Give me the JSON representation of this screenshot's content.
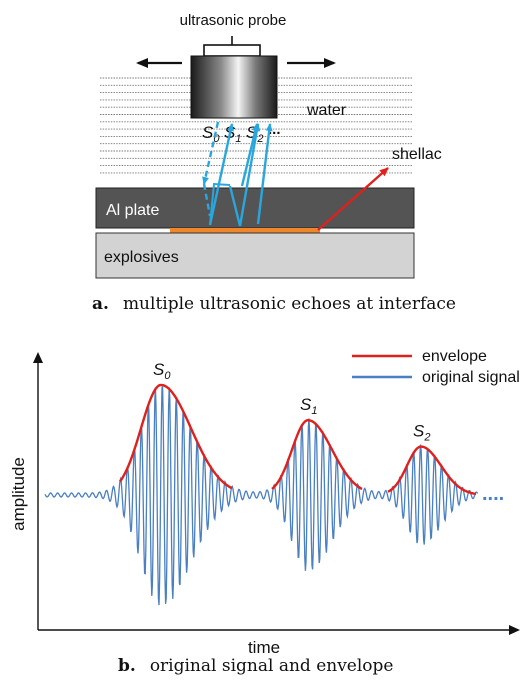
{
  "panel_a": {
    "probe_label": "ultrasonic probe",
    "water_label": "water",
    "echo_labels": {
      "s0": {
        "base": "S",
        "sub": "0"
      },
      "s1": {
        "base": "S",
        "sub": "1"
      },
      "s2": {
        "base": "S",
        "sub": "2"
      },
      "more": "..."
    },
    "shellac_label": "shellac",
    "plate_label": "Al plate",
    "explosives_label": "explosives",
    "caption_letter": "a.",
    "caption_text": "multiple ultrasonic echoes at interface",
    "colors": {
      "echo_arrow": "#29a6de",
      "shellac_arrow": "#e0201c",
      "shellac_layer": "#f0862a",
      "plate": "#545454",
      "explosives": "#d3d3d3",
      "move_arrow": "#111111"
    }
  },
  "panel_b": {
    "caption_letter": "b.",
    "caption_text": "original signal and envelope",
    "ellipsis": "....",
    "chart_data": {
      "type": "line",
      "xlabel": "time",
      "ylabel": "amplitude",
      "legend_position": "top-right",
      "series": [
        {
          "name": "envelope",
          "color": "#e0201c"
        },
        {
          "name": "original signal",
          "color": "#4a7fc1"
        }
      ],
      "echoes": [
        {
          "label": {
            "base": "S",
            "sub": "0"
          },
          "relative_amplitude": 1.0
        },
        {
          "label": {
            "base": "S",
            "sub": "1"
          },
          "relative_amplitude": 0.68
        },
        {
          "label": {
            "base": "S",
            "sub": "2"
          },
          "relative_amplitude": 0.44
        }
      ]
    }
  }
}
